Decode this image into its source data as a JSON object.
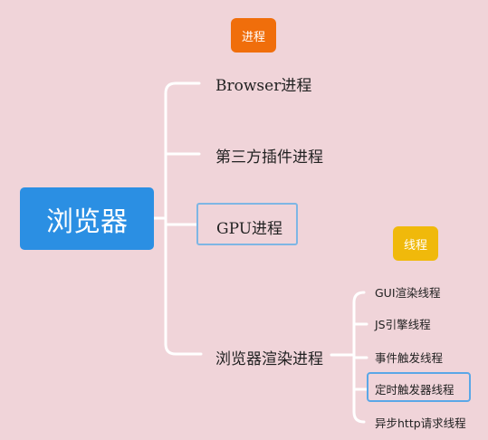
{
  "tags": {
    "process": "进程",
    "thread": "线程"
  },
  "root": "浏览器",
  "processes": [
    "Browser进程",
    "第三方插件进程",
    "GPU进程",
    "浏览器渲染进程"
  ],
  "threads": [
    "GUI渲染线程",
    "JS引擎线程",
    "事件触发线程",
    "定时触发器线程",
    "异步http请求线程"
  ],
  "colors": {
    "background": "#f0d4d9",
    "root": "#2b8fe3",
    "process_tag": "#f06e0b",
    "thread_tag": "#f0b90b",
    "highlight_border": "#5aa7e7"
  }
}
